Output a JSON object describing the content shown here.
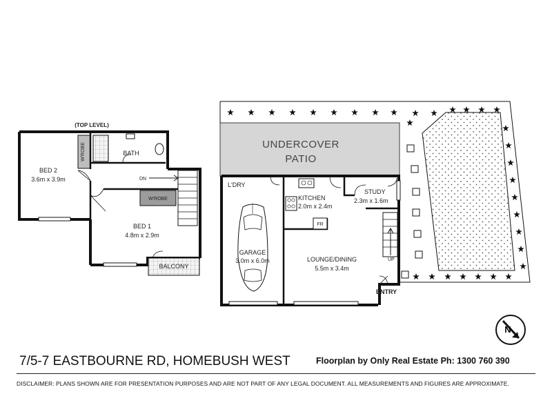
{
  "upper": {
    "level_label": "(TOP LEVEL)",
    "bed2": {
      "name": "BED 2",
      "size": "3.6m x 3.9m"
    },
    "bed1": {
      "name": "BED 1",
      "size": "4.8m x 2.9m"
    },
    "bath": "BATH",
    "wrobe_vertical": "W'ROBE",
    "wrobe_horizontal": "W'ROBE",
    "stair_dn": "DN",
    "balcony": "BALCONY"
  },
  "ground": {
    "patio_line1": "UNDERCOVER",
    "patio_line2": "PATIO",
    "laundry": "L'DRY",
    "kitchen": {
      "name": "KITCHEN",
      "size": "2.0m x 2.4m"
    },
    "study": {
      "name": "STUDY",
      "size": "2.3m x 1.6m"
    },
    "fridge": "FR",
    "garage": {
      "name": "GARAGE",
      "size": "3.0m x 6.0m"
    },
    "lounge": {
      "name": "LOUNGE/DINING",
      "size": "5.5m x 3.4m"
    },
    "stair_up": "UP",
    "entry": "ENTRY"
  },
  "compass": {
    "label": "N"
  },
  "footer": {
    "address": "7/5-7 EASTBOURNE RD, HOMEBUSH WEST",
    "credit": "Floorplan by Only Real Estate Ph: 1300 760 390",
    "disclaimer": "DISCLAIMER:  PLANS SHOWN ARE FOR PRESENTATION PURPOSES AND ARE NOT PART OF ANY LEGAL DOCUMENT. ALL MEASUREMENTS AND FIGURES ARE APPROXIMATE."
  }
}
